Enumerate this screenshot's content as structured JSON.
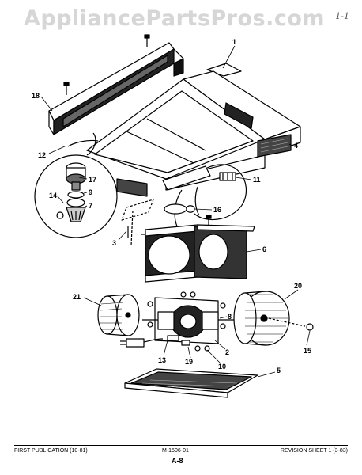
{
  "watermark": "AppliancePartsPros.com",
  "corner_mark": "1-1",
  "footer": {
    "left": "FIRST PUBLICATION (10-81)",
    "middle": "M-1506-01",
    "right": "REVISION SHEET 1 (3-83)",
    "page": "A-8"
  },
  "callouts": [
    "1",
    "18",
    "12",
    "17",
    "9",
    "14",
    "7",
    "4",
    "11",
    "16",
    "3",
    "6",
    "21",
    "20",
    "8",
    "2",
    "13",
    "19",
    "10",
    "15",
    "5"
  ]
}
